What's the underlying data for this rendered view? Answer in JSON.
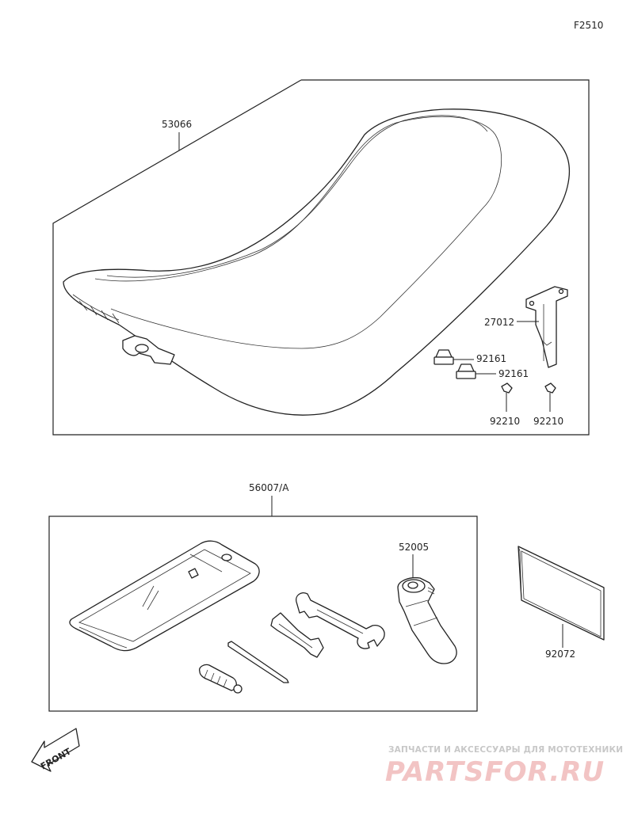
{
  "figure_code": "F2510",
  "groups": [
    {
      "part_number": "53066",
      "children": [
        "27012",
        "92161",
        "92161",
        "92210",
        "92210"
      ]
    },
    {
      "part_number": "56007/A",
      "children": [
        "52005"
      ]
    }
  ],
  "labels": {
    "seat": "53066",
    "bracket": "27012",
    "damper_1": "92161",
    "damper_2": "92161",
    "clip_1": "92210",
    "clip_2": "92210",
    "tool_kit": "56007/A",
    "tool_52005": "52005",
    "manual": "92072"
  },
  "front_mark": "FRONT",
  "watermark": {
    "tagline": "ЗАПЧАСТИ И АКСЕССУАРЫ ДЛЯ МОТОТЕХНИКИ",
    "brand": "PARTSFOR.RU"
  },
  "colors": {
    "line": "#222222",
    "watermark_text": "#c8c8c8",
    "watermark_brand": "#f2c4c4"
  }
}
